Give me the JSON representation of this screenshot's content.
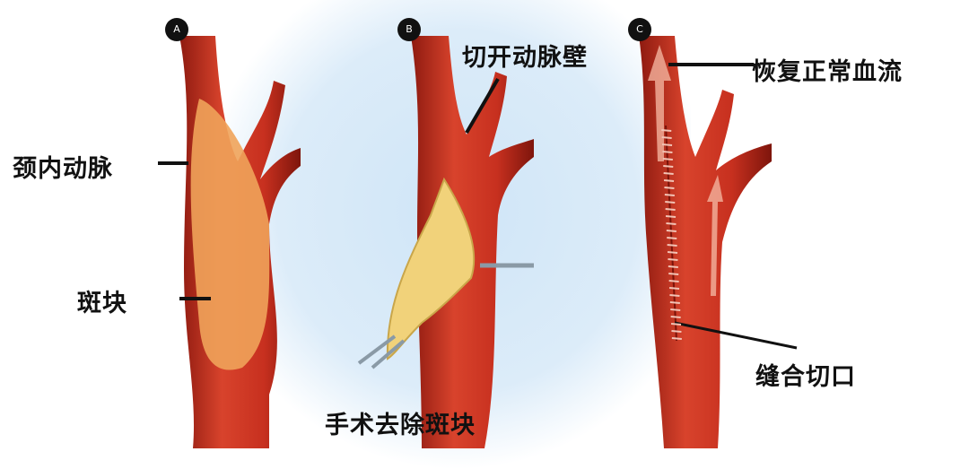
{
  "panels": [
    {
      "badge": "A"
    },
    {
      "badge": "B"
    },
    {
      "badge": "C"
    }
  ],
  "labels": {
    "internal_carotid": "颈内动脉",
    "plaque": "斑块",
    "incise_wall": "切开动脉壁",
    "remove_plaque": "手术去除斑块",
    "restore_flow": "恢复正常血流",
    "suture_incision": "缝合切口"
  },
  "colors": {
    "artery": "#c7301f",
    "artery_dark": "#8e1a10",
    "plaque": "#f0a35a",
    "removed_plaque": "#f1d27a",
    "background_blue": "#cfe5f7"
  }
}
